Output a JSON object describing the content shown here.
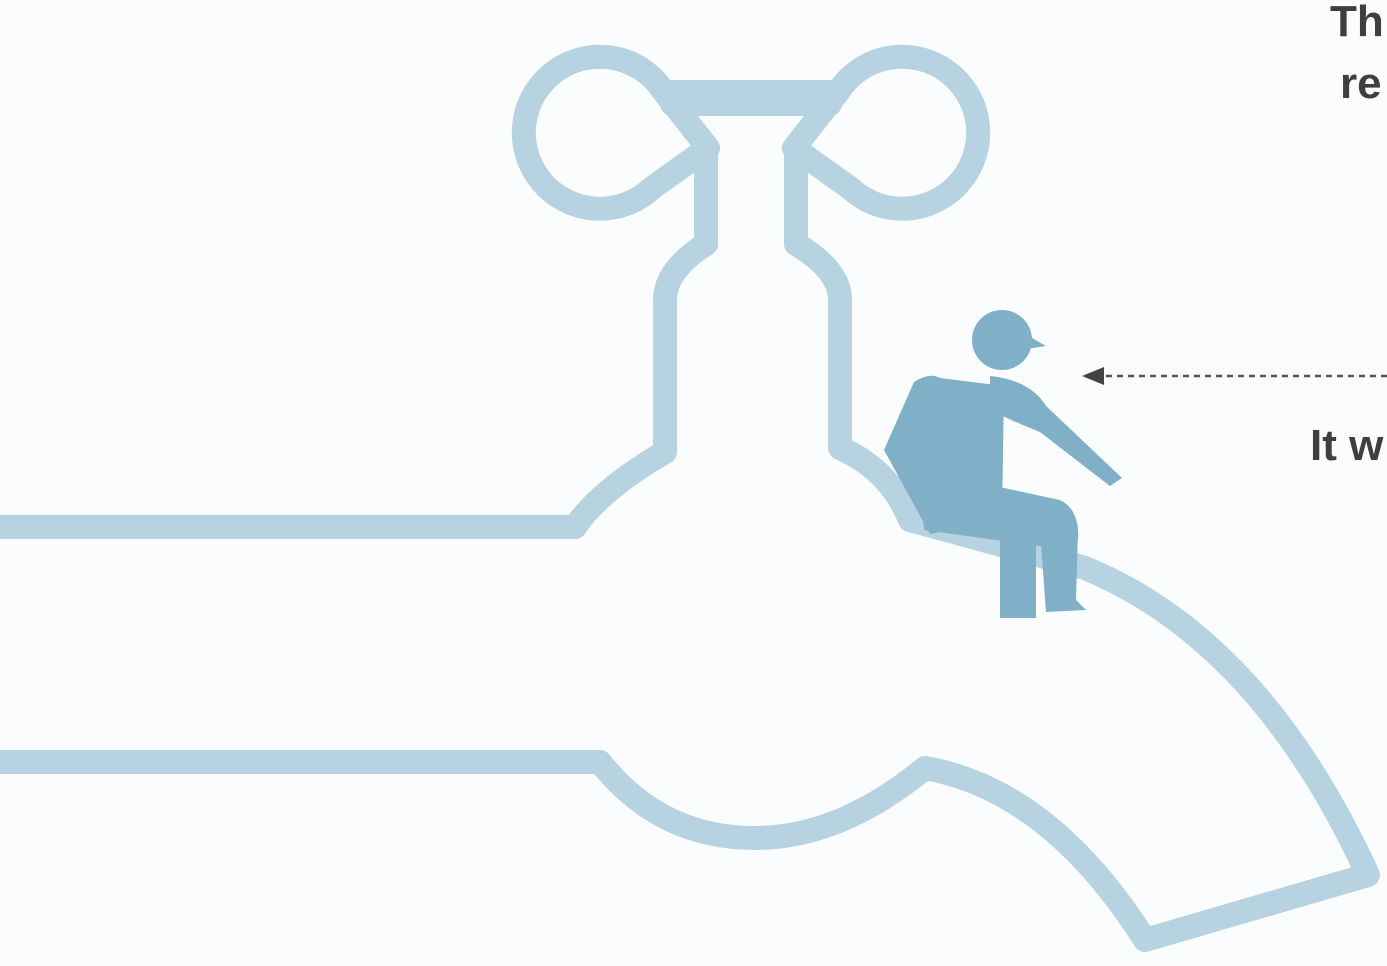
{
  "annotations": {
    "top_line_1": "Th",
    "top_line_2": "re",
    "pointer_text": "It w"
  },
  "colors": {
    "background": "#fbfcfd",
    "faucet_outline": "#b7d3e1",
    "figure": "#7fb0c8",
    "text": "#3f3f3f",
    "arrow": "#555555"
  },
  "icons": {
    "faucet": "faucet-icon",
    "person": "seated-person-icon",
    "arrow": "dashed-arrow-left-icon"
  }
}
